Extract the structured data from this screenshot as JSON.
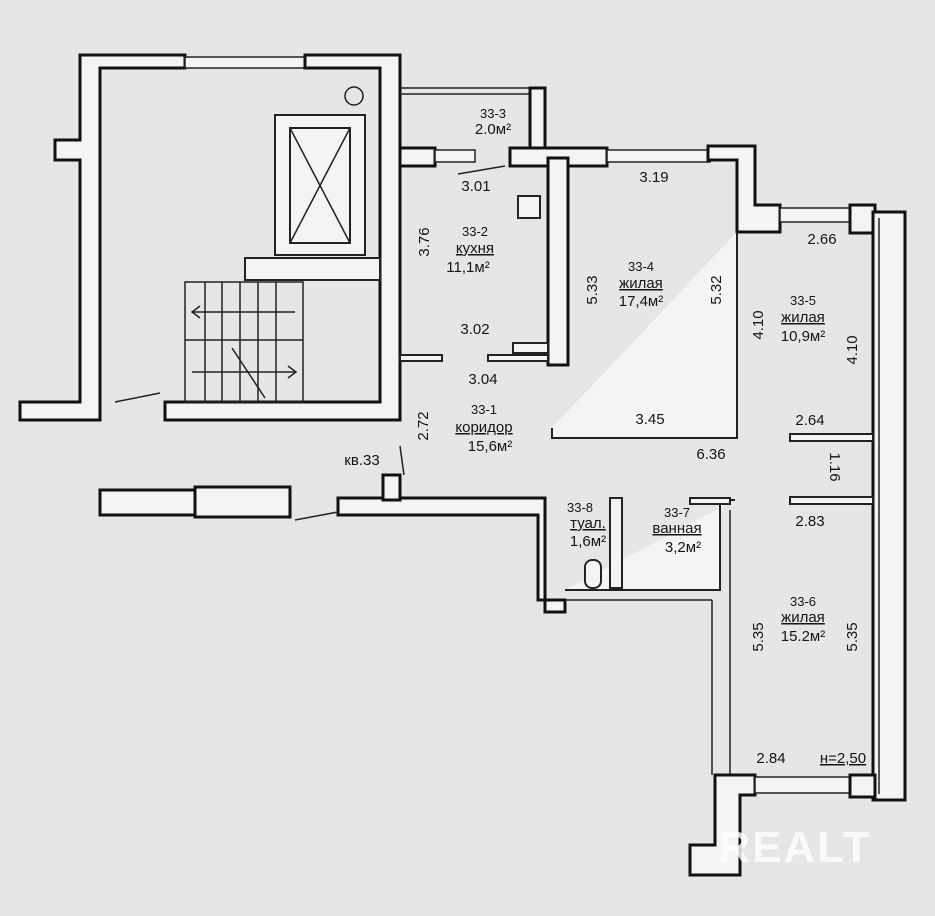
{
  "apartment": "кв.33",
  "ceiling_height": "н=2,50",
  "watermark": "REALT",
  "rooms": [
    {
      "id": "33-1",
      "name": "коридор",
      "area": "15,6м²"
    },
    {
      "id": "33-2",
      "name": "кухня",
      "area": "11,1м²"
    },
    {
      "id": "33-3",
      "name": "",
      "area": "2.0м²"
    },
    {
      "id": "33-4",
      "name": "жилая",
      "area": "17,4м²"
    },
    {
      "id": "33-5",
      "name": "жилая",
      "area": "10,9м²"
    },
    {
      "id": "33-6",
      "name": "жилая",
      "area": "15.2м²"
    },
    {
      "id": "33-7",
      "name": "ванная",
      "area": "3,2м²"
    },
    {
      "id": "33-8",
      "name": "туал.",
      "area": "1,6м²"
    }
  ],
  "dimensions": {
    "kitchen_top": "3.01",
    "kitchen_side": "3.76",
    "kitchen_bottom": "3.02",
    "r4_top": "3.19",
    "r4_left": "5.33",
    "r4_right": "5.32",
    "r4_bottom": "3.45",
    "r5_top": "2.66",
    "r5_left": "4.10",
    "r5_right": "4.10",
    "r5_bottom": "2.64",
    "corr_top": "3.04",
    "corr_side": "2.72",
    "corr_long": "6.36",
    "hall_gap": "1.16",
    "r6_top": "2.83",
    "r6_left": "5.35",
    "r6_right": "5.35",
    "r6_bottom": "2.84"
  }
}
